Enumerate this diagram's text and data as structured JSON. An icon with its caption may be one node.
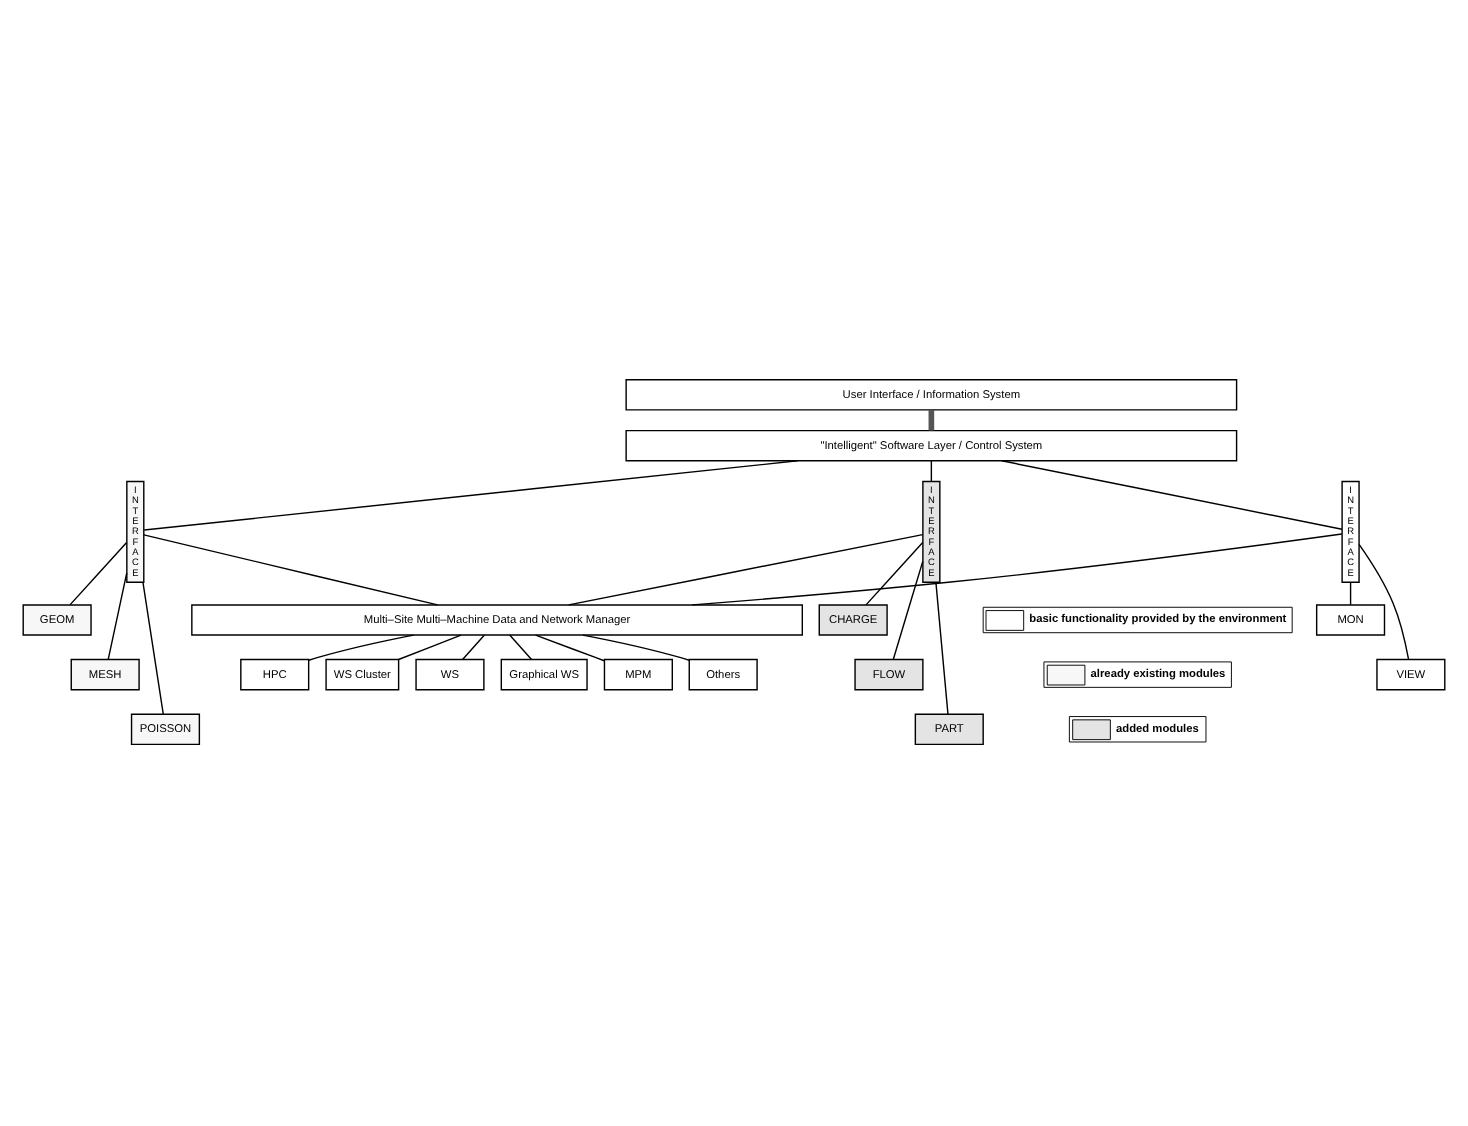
{
  "diagram": {
    "nodes": [
      {
        "text": [
          "User Interface / Information System"
        ]
      },
      {
        "text": [
          "\"Intelligent\" Software Layer / Control System"
        ]
      },
      {
        "text": [
          "INTERFACE"
        ]
      },
      {
        "text": [
          "GEOM"
        ]
      },
      {
        "text": [
          "MESH"
        ]
      },
      {
        "text": [
          "POISSON"
        ]
      },
      {
        "text": [
          "INTERFACE"
        ]
      },
      {
        "text": [
          "CHARGE"
        ]
      },
      {
        "text": [
          "FLOW"
        ]
      },
      {
        "text": [
          "PART"
        ]
      },
      {
        "text": [
          "INTERFACE"
        ]
      },
      {
        "text": [
          "MON"
        ]
      },
      {
        "text": [
          "VIEW"
        ]
      },
      {
        "text": [
          "Multi–Site Multi–Machine Data and Network Manager"
        ]
      },
      {
        "text": [
          "HPC"
        ]
      },
      {
        "text": [
          "WS Cluster"
        ]
      },
      {
        "text": [
          "WS"
        ]
      },
      {
        "text": [
          "Graphical WS"
        ]
      },
      {
        "text": [
          "MPM"
        ]
      },
      {
        "text": [
          "Others"
        ]
      }
    ],
    "edges": [
      {
        "from": 0,
        "to": 1,
        "arrow": "none",
        "style": "thick",
        "color": "#555555"
      },
      {
        "from": 1,
        "to": 2,
        "arrow": "none"
      },
      {
        "from": 1,
        "to": 6,
        "arrow": "none"
      },
      {
        "from": 1,
        "to": 10,
        "arrow": "none"
      },
      {
        "from": 2,
        "to": 3,
        "arrow": "none"
      },
      {
        "from": 2,
        "to": 4,
        "arrow": "none"
      },
      {
        "from": 2,
        "to": 5,
        "arrow": "none"
      },
      {
        "from": 6,
        "to": 7,
        "arrow": "none"
      },
      {
        "from": 6,
        "to": 8,
        "arrow": "none"
      },
      {
        "from": 6,
        "to": 9,
        "arrow": "none"
      },
      {
        "from": 10,
        "to": 11,
        "arrow": "none"
      },
      {
        "from": 10,
        "to": 12,
        "arrow": "none"
      },
      {
        "from": 2,
        "to": 13,
        "arrow": "none"
      },
      {
        "from": 6,
        "to": 13,
        "arrow": "none"
      },
      {
        "from": 10,
        "to": 13,
        "arrow": "none"
      },
      {
        "from": 13,
        "to": 14,
        "arrow": "none"
      },
      {
        "from": 13,
        "to": 15,
        "arrow": "none"
      },
      {
        "from": 13,
        "to": 16,
        "arrow": "none"
      },
      {
        "from": 13,
        "to": 17,
        "arrow": "none"
      },
      {
        "from": 13,
        "to": 18,
        "arrow": "none"
      },
      {
        "from": 13,
        "to": 19,
        "arrow": "none"
      }
    ],
    "legend": [
      {
        "text": "basic functionality provided by the environment",
        "color": "#ffffff"
      },
      {
        "text": "already existing modules",
        "color": "#f7f7f7"
      },
      {
        "text": "added modules",
        "color": "#e4e4e4"
      }
    ]
  }
}
